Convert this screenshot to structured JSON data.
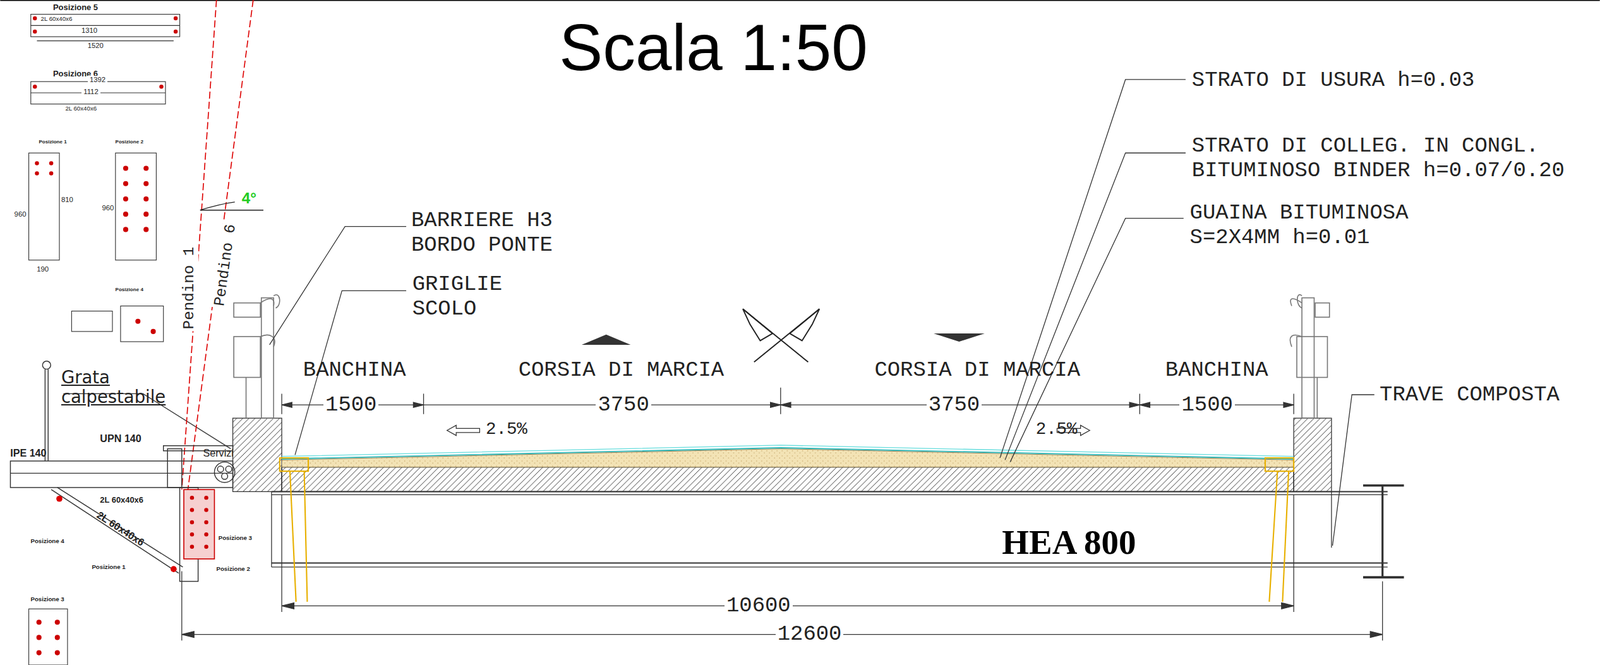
{
  "diagram": {
    "title": "Scala 1:50",
    "labels": [
      "Posizione 5",
      "2L 60x40x6",
      "1310",
      "1520",
      "Posizione 6",
      "1392",
      "1112",
      "2L 60x40x6",
      "Posizione 1",
      "Posizione 2",
      "960",
      "810",
      "190",
      "960",
      "Posizione 4",
      "4°",
      "Pendino 1",
      "Pendino 6",
      "BARRIERE H3 BORDO PONTE",
      "GRIGLIE SCOLO",
      "STRATO DI USURA h=0.03",
      "STRATO DI COLLEG. IN CONGL. BITUMINOSO BINDER h=0.07/0.20",
      "GUAINA BITUMINOSA S=2X4MM h=0.01",
      "BANCHINA",
      "1500",
      "CORSIA DI MARCIA",
      "3750",
      "CORSIA DI MARCIA",
      "3750",
      "BANCHINA",
      "1500",
      "2.5%",
      "2.5%",
      "TRAVE COMPOSTA",
      "HEA 800",
      "10600",
      "12600",
      "Grata calpestabile",
      "IPE 140",
      "UPN 140",
      "2L 60x40x6",
      "2L 60x40x6",
      "Servizi",
      "Posizione 3",
      "Posizione 1",
      "Posizione 2",
      "Posizione 4",
      "Posizione 3"
    ]
  }
}
